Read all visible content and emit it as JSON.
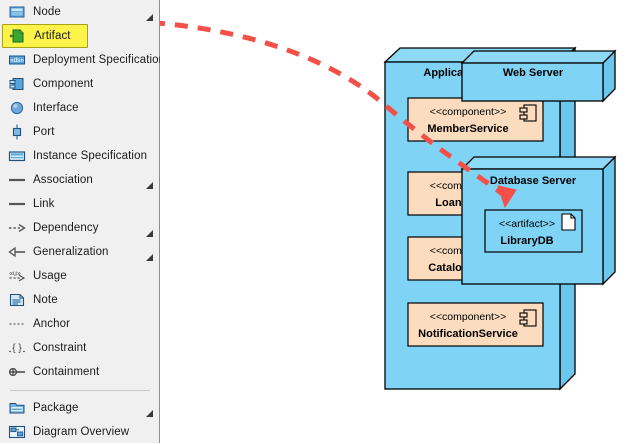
{
  "palette": {
    "items": [
      {
        "label": "Node",
        "icon": "node-icon",
        "expandable": true,
        "selected": false
      },
      {
        "label": "Artifact",
        "icon": "artifact-icon",
        "expandable": false,
        "selected": true
      },
      {
        "label": "Deployment Specification",
        "icon": "deployment-specification-icon",
        "expandable": false,
        "selected": false
      },
      {
        "label": "Component",
        "icon": "component-icon",
        "expandable": false,
        "selected": false
      },
      {
        "label": "Interface",
        "icon": "interface-icon",
        "expandable": false,
        "selected": false
      },
      {
        "label": "Port",
        "icon": "port-icon",
        "expandable": false,
        "selected": false
      },
      {
        "label": "Instance Specification",
        "icon": "instance-specification-icon",
        "expandable": false,
        "selected": false
      },
      {
        "label": "Association",
        "icon": "association-icon",
        "expandable": true,
        "selected": false
      },
      {
        "label": "Link",
        "icon": "link-icon",
        "expandable": false,
        "selected": false
      },
      {
        "label": "Dependency",
        "icon": "dependency-icon",
        "expandable": true,
        "selected": false
      },
      {
        "label": "Generalization",
        "icon": "generalization-icon",
        "expandable": true,
        "selected": false
      },
      {
        "label": "Usage",
        "icon": "usage-icon",
        "expandable": false,
        "selected": false
      },
      {
        "label": "Note",
        "icon": "note-icon",
        "expandable": false,
        "selected": false
      },
      {
        "label": "Anchor",
        "icon": "anchor-icon",
        "expandable": false,
        "selected": false
      },
      {
        "label": "Constraint",
        "icon": "constraint-icon",
        "expandable": false,
        "selected": false
      },
      {
        "label": "Containment",
        "icon": "containment-icon",
        "expandable": false,
        "selected": false
      },
      {
        "label": "Package",
        "icon": "package-icon",
        "expandable": true,
        "selected": false
      },
      {
        "label": "Diagram Overview",
        "icon": "diagram-overview-icon",
        "expandable": false,
        "selected": false
      }
    ]
  },
  "diagram": {
    "type": "uml-deployment-diagram",
    "colors": {
      "node_fill": "#7FD4F5",
      "node_stroke": "#000000",
      "component_fill": "#FBDCBE",
      "component_stroke": "#000000",
      "connector": "#F4504A",
      "canvas_bg": "#FFFFFF",
      "palette_bg": "#F0F0F0",
      "selection_fill": "#FDF34A"
    },
    "nodes": [
      {
        "name": "Application Server",
        "shape": "node-3d-box",
        "components": [
          {
            "stereotype": "<<component>>",
            "name": "MemberService",
            "icon": "component-icon"
          },
          {
            "stereotype": "<<component>>",
            "name": "LoanService",
            "icon": "component-icon"
          },
          {
            "stereotype": "<<component>>",
            "name": "CatalogService",
            "icon": "component-icon"
          },
          {
            "stereotype": "<<component>>",
            "name": "NotificationService",
            "icon": "component-icon"
          }
        ]
      },
      {
        "name": "Web Server",
        "shape": "node-3d-box",
        "components": []
      },
      {
        "name": "Database Server",
        "shape": "node-3d-box",
        "artifacts": [
          {
            "stereotype": "<<artifact>>",
            "name": "LibraryDB",
            "icon": "artifact-document-icon"
          }
        ]
      }
    ],
    "connector": {
      "style": "dashed",
      "color": "#F4504A",
      "arrowhead": "filled-triangle",
      "from": "Artifact palette item",
      "to": "Database Server"
    }
  }
}
